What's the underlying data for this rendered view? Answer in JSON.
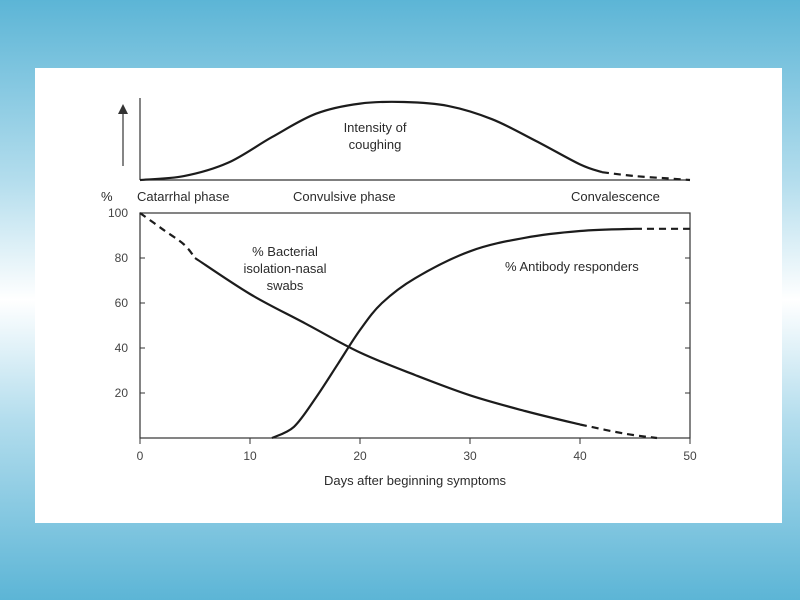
{
  "chart_data": {
    "type": "line",
    "cough_panel": {
      "label_line1": "Intensity of",
      "label_line2": "coughing",
      "phases": [
        "Catarrhal phase",
        "Convulsive phase",
        "Convalescence"
      ],
      "series": {
        "values_x": [
          0,
          4,
          8,
          12,
          16,
          20,
          24,
          28,
          32,
          36,
          40,
          42
        ],
        "values_y": [
          0.0,
          0.05,
          0.22,
          0.55,
          0.85,
          0.98,
          1.0,
          0.95,
          0.78,
          0.5,
          0.2,
          0.1
        ],
        "dashed_x": [
          42,
          45,
          48,
          50
        ],
        "dashed_y": [
          0.1,
          0.05,
          0.02,
          0.0
        ]
      }
    },
    "x": {
      "label": "Days after beginning symptoms",
      "ticks": [
        0,
        10,
        20,
        30,
        40,
        50
      ],
      "lim": [
        0,
        50
      ]
    },
    "y": {
      "unit": "%",
      "ticks": [
        20,
        40,
        60,
        80,
        100
      ],
      "lim": [
        0,
        100
      ]
    },
    "series": [
      {
        "name": "% Bacterial isolation-nasal swabs",
        "label_lines": [
          "% Bacterial",
          "isolation-nasal",
          "swabs"
        ],
        "dashed_x": [
          0,
          2,
          4,
          5
        ],
        "dashed_y": [
          100,
          93,
          86,
          80
        ],
        "x": [
          5,
          10,
          15,
          20,
          25,
          30,
          35,
          40
        ],
        "y": [
          80,
          64,
          51,
          38,
          28,
          19,
          12,
          6
        ],
        "tail_x": [
          40,
          44,
          47
        ],
        "tail_y": [
          6,
          2,
          0
        ]
      },
      {
        "name": "% Antibody responders",
        "label_lines": [
          "% Antibody responders"
        ],
        "x": [
          12,
          14,
          16,
          18,
          20,
          22,
          25,
          30,
          35,
          40,
          45
        ],
        "y": [
          0,
          5,
          18,
          33,
          48,
          60,
          71,
          83,
          89,
          92,
          93
        ],
        "tail_x": [
          45,
          50
        ],
        "tail_y": [
          93,
          93
        ]
      }
    ]
  }
}
